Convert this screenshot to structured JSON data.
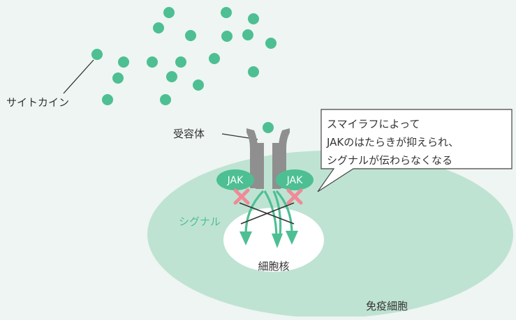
{
  "labels": {
    "cytokine": "サイトカイン",
    "receptor": "受容体",
    "jak_left": "JAK",
    "jak_right": "JAK",
    "signal": "シグナル",
    "nucleus": "細胞核",
    "immune_cell": "免疫細胞"
  },
  "callout": {
    "lines": [
      "スマイラフによって",
      "JAKのはたらきが抑えられ、",
      "シグナルが伝わらなくなる"
    ]
  },
  "colors": {
    "background": "#eef5f2",
    "cell": "#bfe3d3",
    "nucleus": "#ffffff",
    "cytokine": "#4dbf93",
    "jak": "#4dbf93",
    "receptor": "#8f8f8f",
    "block_mark": "#ef8a96",
    "signal_arrow": "#4dbf93",
    "signal_text": "#4dbf93"
  }
}
